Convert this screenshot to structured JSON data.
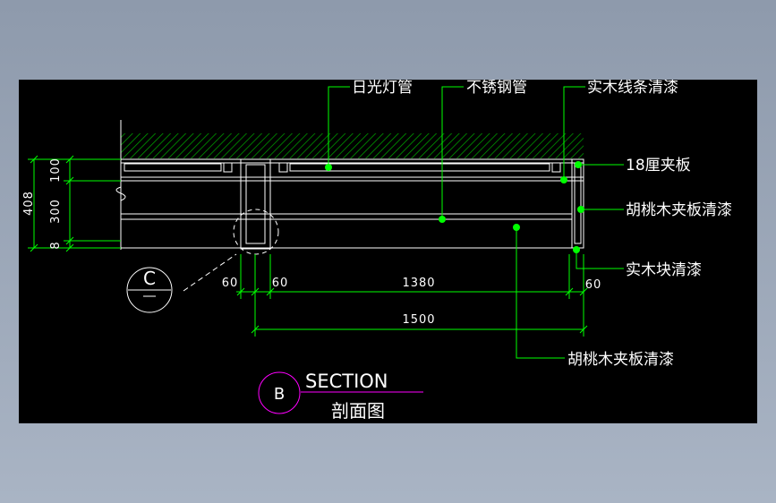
{
  "labels": {
    "fluorescent_tube": "日光灯管",
    "stainless_tube": "不锈钢管",
    "solid_wood_strip": "实木线条清漆",
    "plywood_18": "18厘夹板",
    "walnut_veneer_right": "胡桃木夹板清漆",
    "solid_wood_block": "实木块清漆",
    "walnut_veneer_bottom": "胡桃木夹板清漆"
  },
  "dimensions": {
    "h_top": "100",
    "h_mid": "300",
    "h_bot": "8",
    "h_total": "408",
    "w_left": "60",
    "w_left2": "60",
    "w_span": "1380",
    "w_right": "60",
    "w_total": "1500"
  },
  "callout_c": "C",
  "section": {
    "letter": "B",
    "title": "SECTION",
    "subtitle": "剖面图"
  },
  "colors": {
    "background": "#000000",
    "line": "#ffffff",
    "leader": "#00ff00",
    "hatch": "#00a000",
    "callout": "#ff00ff"
  }
}
